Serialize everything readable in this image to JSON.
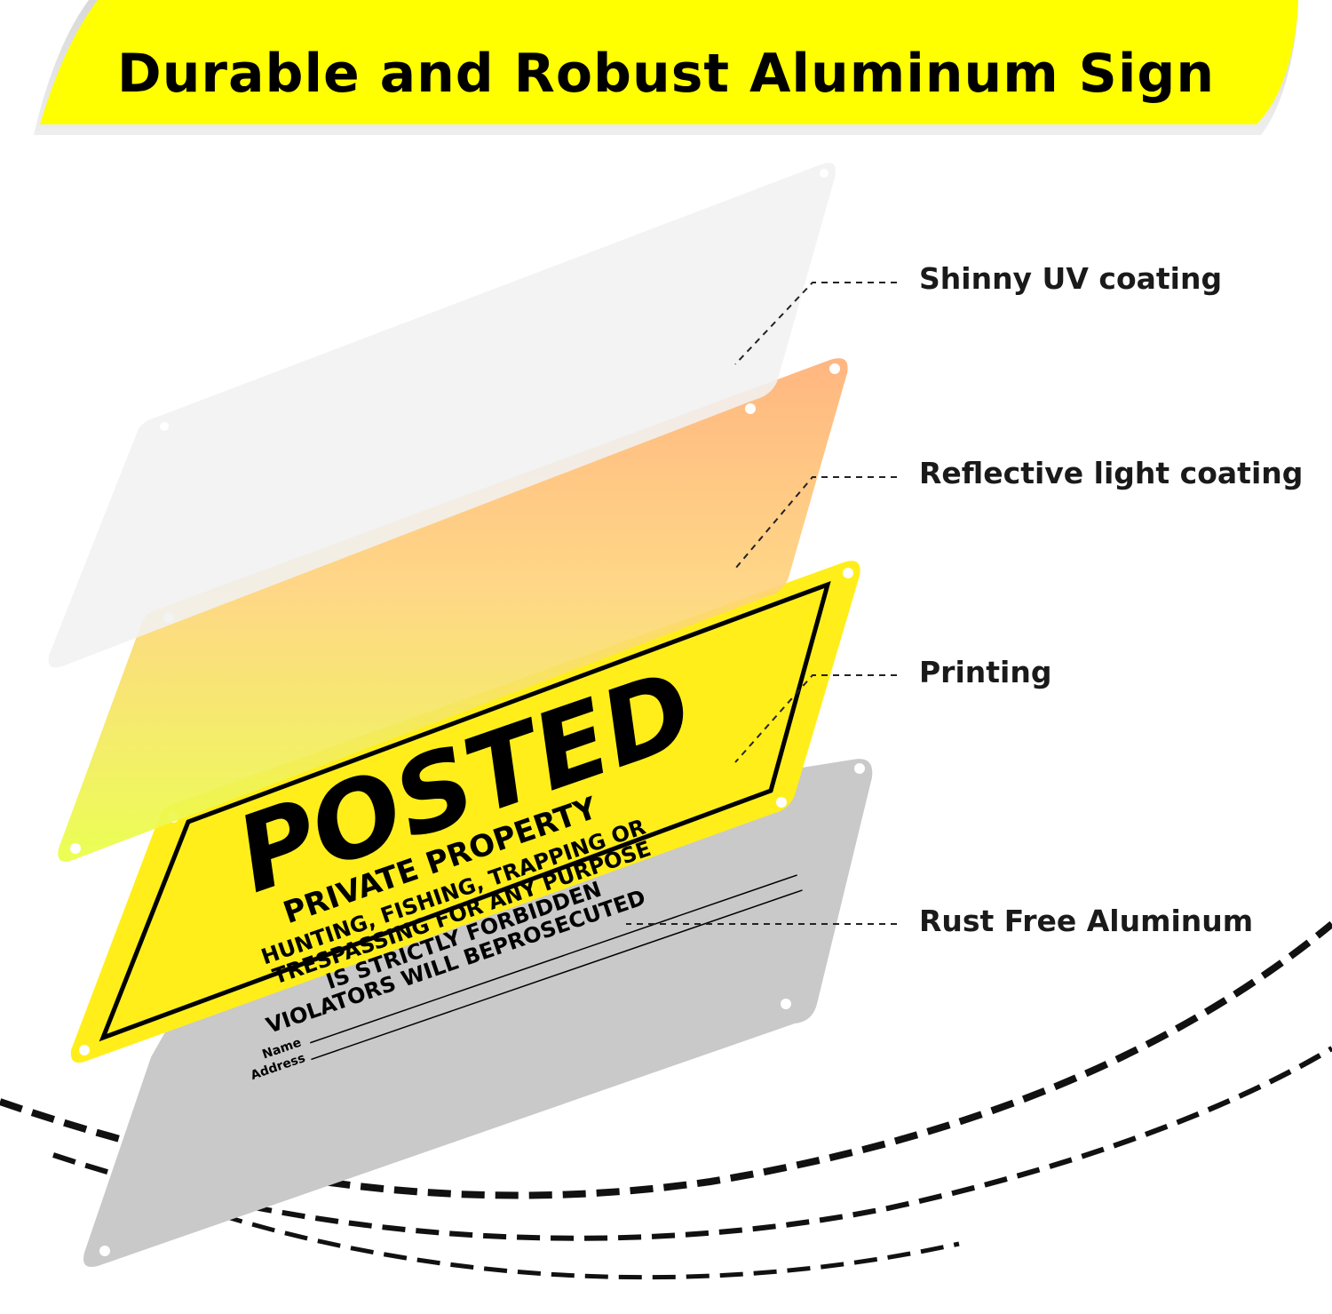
{
  "banner": {
    "title": "Durable and Robust Aluminum Sign",
    "color": "#ffff00"
  },
  "layers": [
    {
      "label": "Shinny UV coating",
      "color": "#f4f4f4"
    },
    {
      "label": "Reflective light coating",
      "color": "#ffc08a"
    },
    {
      "label": "Printing",
      "color": "#ffee1a"
    },
    {
      "label": "Rust Free Aluminum",
      "color": "#c8c8c8"
    }
  ],
  "sign": {
    "headline": "POSTED",
    "subhead": "PRIVATE PROPERTY",
    "lines": [
      "HUNTING, FISHING, TRAPPING OR",
      "TRESPASSING FOR ANY PURPOSE",
      "IS STRICTLY FORBIDDEN",
      "VIOLATORS WILL BEPROSECUTED"
    ],
    "name_label": "Name",
    "address_label": "Address"
  }
}
